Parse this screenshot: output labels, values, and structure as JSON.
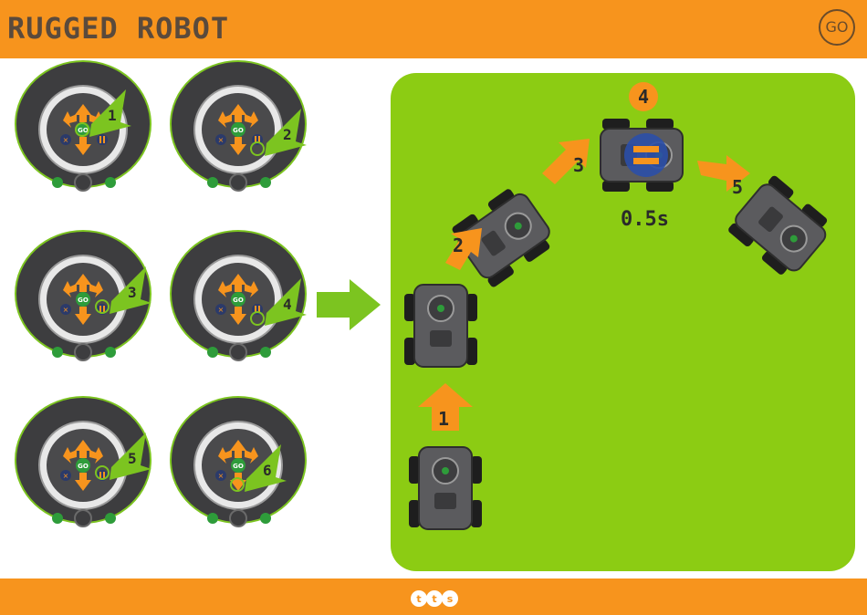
{
  "header": {
    "title": "RUGGED ROBOT",
    "go_label": "GO",
    "background_color": "#f7941d"
  },
  "steps": [
    {
      "number": "1",
      "button": "forward"
    },
    {
      "number": "2",
      "button": "pause"
    },
    {
      "number": "3",
      "button": "right"
    },
    {
      "number": "4",
      "button": "pause"
    },
    {
      "number": "5",
      "button": "right"
    },
    {
      "number": "6",
      "button": "go"
    }
  ],
  "keypad": {
    "center_label": "GO",
    "cancel_icon": "cancel-x-icon",
    "pause_icon": "pause-icon",
    "left_footer_icon": "repeat-icon",
    "right_footer_icon": "fast-forward-icon"
  },
  "field": {
    "background_color": "#8ccc13",
    "moves": [
      {
        "number": "1",
        "action": "forward"
      },
      {
        "number": "2",
        "action": "turn-right"
      },
      {
        "number": "3",
        "action": "turn-right"
      },
      {
        "number": "4",
        "action": "pause"
      },
      {
        "number": "5",
        "action": "turn-right"
      }
    ],
    "pause_duration": "0.5s"
  },
  "footer": {
    "logo_text": "tts",
    "background_color": "#f7941d"
  },
  "colors": {
    "orange": "#f7941d",
    "green": "#7cc420",
    "robot_body": "#3d3d3f",
    "pause_blue": "#2b4fa8"
  }
}
